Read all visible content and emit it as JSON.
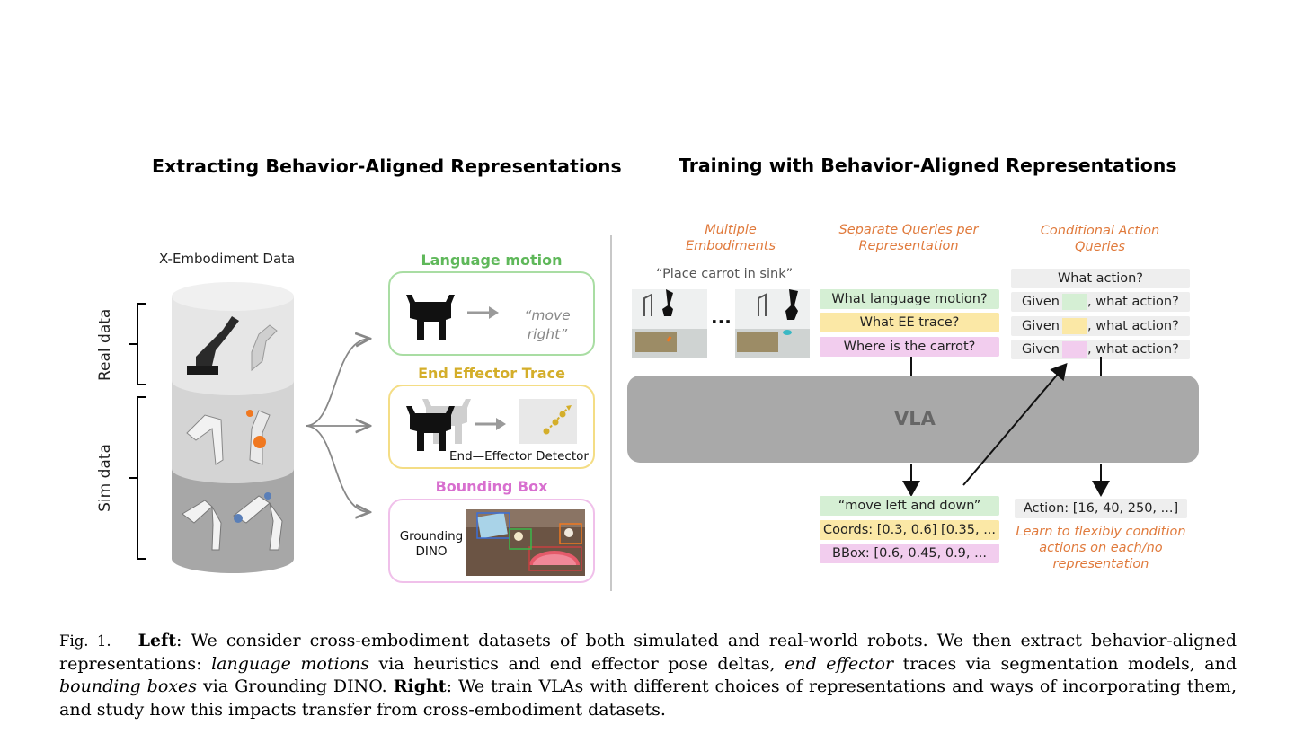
{
  "left": {
    "title": "Extracting Behavior-Aligned Representations",
    "dataset_label": "X-Embodiment Data",
    "real_label": "Real data",
    "sim_label": "Sim data",
    "language_motion": {
      "heading": "Language motion",
      "quote": "“move right”",
      "color": "#5fb85a"
    },
    "ee_trace": {
      "heading": "End Effector Trace",
      "detector": "End—Effector Detector",
      "color": "#d4ae2a"
    },
    "bbox": {
      "heading": "Bounding Box",
      "model": "Grounding DINO",
      "color": "#d86fcf"
    }
  },
  "right": {
    "title": "Training with Behavior-Aligned Representations",
    "col1_note": "Multiple Embodiments",
    "col2_note": "Separate Queries per Representation",
    "col3_note": "Conditional Action Queries",
    "instruction": "“Place carrot in sink”",
    "ellipsis": "...",
    "queries": [
      "What language motion?",
      "What EE trace?",
      "Where is the carrot?"
    ],
    "action_queries": {
      "first": "What action?",
      "given": "Given",
      "what_action": ", what action?"
    },
    "vla_label": "VLA",
    "outputs": [
      "“move left and down”",
      "Coords: [0.3, 0.6] [0.35, ...",
      "BBox: [0.6, 0.45, 0.9, ..."
    ],
    "action_output": "Action: [16, 40, 250, ...]",
    "learn_note": "Learn to flexibly condition actions on each/no representation",
    "colors": {
      "accent_orange": "#e07a3c",
      "vla_grey": "#a9a9a9"
    }
  },
  "caption": {
    "fig": "Fig. 1.",
    "left_word": "Left",
    "part1": ": We consider cross-embodiment datasets of both simulated and real-world robots. We then extract behavior-aligned representations: ",
    "i1": "language motions",
    "part2": " via heuristics and end effector pose deltas, ",
    "i2": "end effector",
    "part3": " traces via segmentation models, and ",
    "i3": "bounding boxes",
    "part4": " via Grounding DINO. ",
    "right_word": "Right",
    "part5": ": We train VLAs with different choices of representations and ways of incorporating them, and study how this impacts transfer from cross-embodiment datasets."
  }
}
